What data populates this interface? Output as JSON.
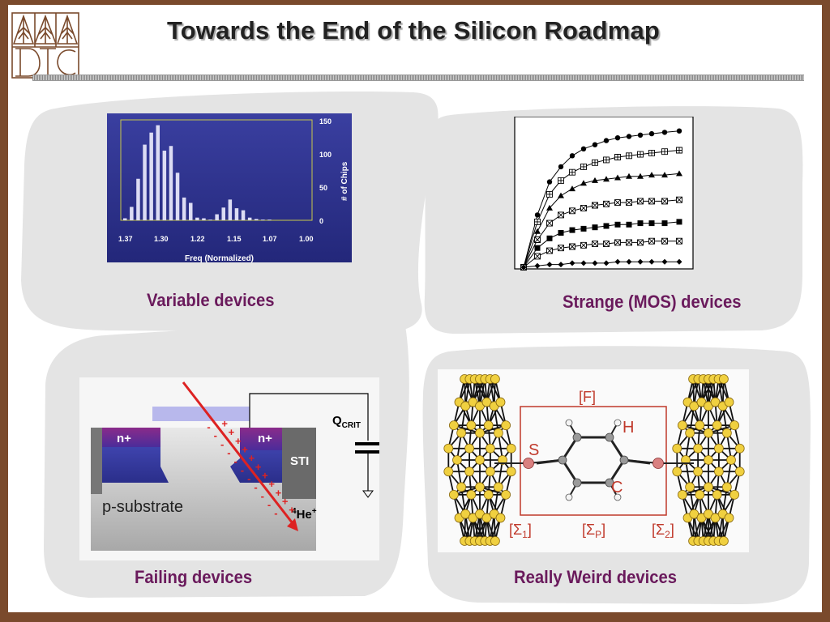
{
  "slide": {
    "title": "Towards the End of the Silicon Roadmap"
  },
  "captions": {
    "variable": "Variable devices",
    "strange": "Strange (MOS) devices",
    "failing": "Failing devices",
    "weird": "Really Weird devices"
  },
  "histogram": {
    "ylabel": "# of Chips",
    "xlabel": "Freq (Normalized)",
    "yticks": [
      "150",
      "100",
      "50",
      "0"
    ],
    "xticks": [
      "1.37",
      "1.30",
      "1.22",
      "1.15",
      "1.07",
      "1.00"
    ]
  },
  "chart_data": [
    {
      "type": "bar",
      "xlabel": "Freq (Normalized)",
      "ylabel": "# of Chips",
      "ylim": [
        0,
        150
      ],
      "categories": [
        "1.37",
        "1.35",
        "1.34",
        "1.32",
        "1.31",
        "1.30",
        "1.28",
        "1.27",
        "1.26",
        "1.24",
        "1.23",
        "1.22",
        "1.20",
        "1.19",
        "1.18",
        "1.17",
        "1.15",
        "1.14",
        "1.13",
        "1.11",
        "1.10",
        "1.09",
        "1.08",
        "1.06",
        "1.05",
        "1.04",
        "1.02",
        "1.01"
      ],
      "values": [
        3,
        20,
        62,
        113,
        131,
        142,
        104,
        111,
        71,
        34,
        26,
        4,
        3,
        1,
        9,
        19,
        31,
        18,
        15,
        4,
        2,
        1,
        1,
        0,
        0,
        0,
        0,
        0
      ],
      "grid": false
    },
    {
      "type": "scatter",
      "series": [
        {
          "values": [
            0,
            38,
            62,
            73,
            81,
            86,
            89,
            92,
            94,
            95,
            96,
            97,
            98,
            99
          ]
        },
        {
          "values": [
            0,
            33,
            53,
            63,
            69,
            73,
            76,
            78,
            80,
            81,
            82,
            83,
            84,
            85
          ]
        },
        {
          "values": [
            0,
            26,
            43,
            52,
            57,
            61,
            63,
            64,
            65,
            66,
            66,
            67,
            67,
            68
          ]
        },
        {
          "values": [
            0,
            20,
            32,
            38,
            41,
            43,
            45,
            46,
            47,
            47,
            48,
            48,
            48,
            49
          ]
        },
        {
          "values": [
            0,
            14,
            21,
            25,
            27,
            28,
            29,
            30,
            31,
            31,
            32,
            32,
            32,
            33
          ]
        },
        {
          "values": [
            0,
            8,
            12,
            14,
            15,
            16,
            17,
            17,
            18,
            18,
            18,
            19,
            19,
            19
          ]
        },
        {
          "values": [
            0,
            1,
            2,
            2,
            3,
            3,
            3,
            3,
            4,
            4,
            4,
            4,
            4,
            4
          ]
        }
      ],
      "markers": [
        "filled-circle",
        "boxed-cross",
        "filled-triangle",
        "boxed-x",
        "filled-square",
        "boxed-x",
        "filled-diamond"
      ],
      "grid": false
    }
  ],
  "seu": {
    "n_left": "n+",
    "n_right": "n+",
    "sti": "STI",
    "substrate": "p-substrate",
    "qcrit": "Q",
    "qcrit_sub": "CRIT",
    "he_sup": "4",
    "he": "He",
    "he_charge": "+"
  },
  "molecule": {
    "F": "[F]",
    "H": "H",
    "S": "S",
    "C": "C",
    "sigma1": "[Σ",
    "sigma1_sub": "1",
    "sigmap": "[Σ",
    "sigmap_sub": "P",
    "sigma2": "[Σ",
    "sigma2_sub": "2",
    "close": "]"
  },
  "colors": {
    "caption": "#6a1a5c",
    "hist_bg": "#2e3492",
    "blob": "#e4e4e4",
    "frame": "#7a4a2c",
    "molecule_box": "#c0392b"
  }
}
